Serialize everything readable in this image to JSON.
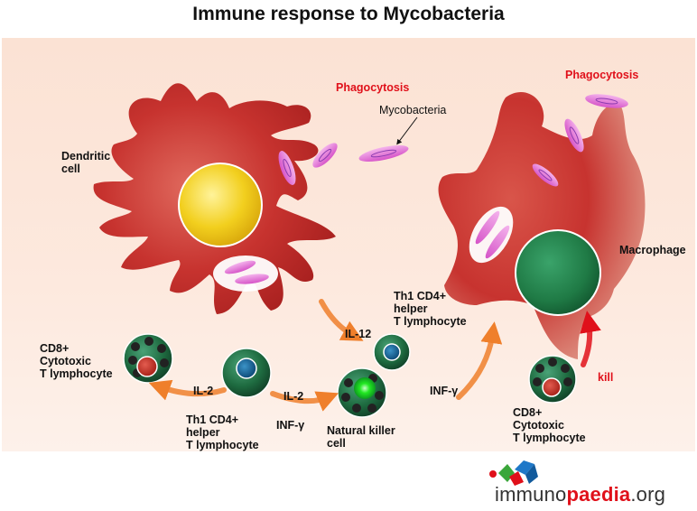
{
  "title": "Immune response to Mycobacteria",
  "labels": {
    "dendritic_cell": "Dendritic\ncell",
    "phagocytosis_left": "Phagocytosis",
    "phagocytosis_right": "Phagocytosis",
    "mycobacteria": "Mycobacteria",
    "macrophage": "Macrophage",
    "th1_top": "Th1 CD4+\nhelper\nT lymphocyte",
    "il12": "IL-12",
    "cd8_left": "CD8+\nCytotoxic\nT lymphocyte",
    "il2_left": "IL-2",
    "il2_mid": "IL-2",
    "infg_mid": "INF-γ",
    "th1_bottom": "Th1 CD4+\nhelper\nT lymphocyte",
    "nk_cell": "Natural killer\ncell",
    "infg_right": "INF-γ",
    "kill": "kill",
    "cd8_right": "CD8+\nCytotoxic\nT lymphocyte"
  },
  "logo": {
    "part1": "immuno",
    "part2": "paedia",
    "part3": ".org"
  },
  "colors": {
    "cell_red": "#c7332f",
    "nucleus_yellow": "#f2cf1e",
    "nucleus_green": "#1f7a45",
    "bacteria_pink": "#e879d8",
    "label_red": "#e0101a",
    "arrow_orange": "#f0893a"
  }
}
